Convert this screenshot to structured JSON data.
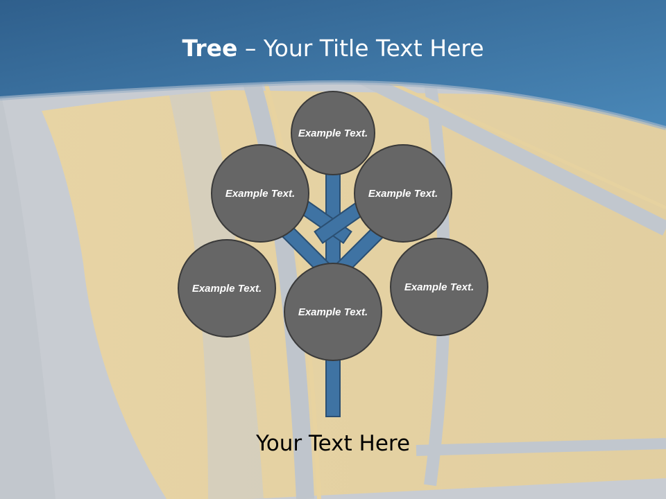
{
  "slide": {
    "title_bold": "Tree",
    "title_rest": " – Your Title Text Here",
    "footer": "Your Text Here",
    "nodes": {
      "top": "Example Text.",
      "upper_left": "Example Text.",
      "upper_right": "Example Text.",
      "lower_left": "Example Text.",
      "lower_right": "Example Text.",
      "center": "Example Text."
    }
  },
  "colors": {
    "header_blue": "#3d78a8",
    "node_fill": "#666666",
    "branch_blue": "#3f73a3",
    "background_gray": "#c9cdd2",
    "background_yellow": "#e8d3a0"
  }
}
